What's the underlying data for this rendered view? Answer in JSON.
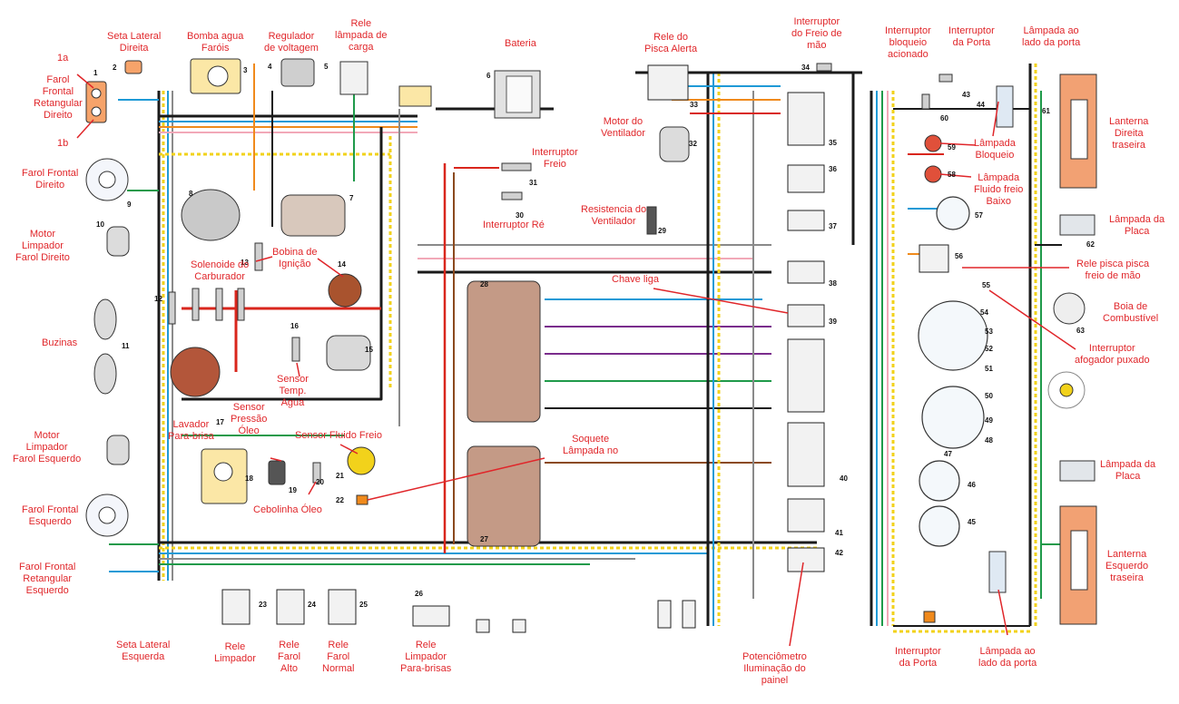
{
  "labels": {
    "seta_lateral_direita": [
      "Seta Lateral",
      "Direita"
    ],
    "bomba_agua": [
      "Bomba agua",
      "Faróis"
    ],
    "regulador": [
      "Regulador",
      "de voltagem"
    ],
    "rele_carga": [
      "Rele",
      "lâmpada de",
      "carga"
    ],
    "bateria": [
      "Bateria"
    ],
    "rele_pisca_alerta": [
      "Rele do",
      "Pisca Alerta"
    ],
    "interruptor_freio_mao": [
      "Interruptor",
      "do Freio de",
      "mão"
    ],
    "interruptor_bloqueio": [
      "Interruptor",
      "bloqueio",
      "acionado"
    ],
    "interruptor_porta_top": [
      "Interruptor",
      "da Porta"
    ],
    "lampada_lado_porta_top": [
      "Lâmpada ao",
      "lado da porta"
    ],
    "label_1a": [
      "1a"
    ],
    "label_1b": [
      "1b"
    ],
    "farol_retangular_direito": [
      "Farol",
      "Frontal",
      "Retangular",
      "Direito"
    ],
    "farol_frontal_direito": [
      "Farol Frontal",
      "Direito"
    ],
    "motor_limpador_direito": [
      "Motor",
      "Limpador",
      "Farol Direito"
    ],
    "motor_ventilador": [
      "Motor do",
      "Ventilador"
    ],
    "interruptor_freio": [
      "Interruptor",
      "Freio"
    ],
    "interruptor_re": [
      "Interruptor  Ré"
    ],
    "resistencia_ventilador": [
      "Resistencia do",
      "Ventilador"
    ],
    "lampada_bloqueio": [
      "Lâmpada",
      "Bloqueio"
    ],
    "lampada_fluido_freio": [
      "Lâmpada",
      "Fluido freio",
      "Baixo"
    ],
    "lanterna_direita": [
      "Lanterna",
      "Direita",
      "traseira"
    ],
    "lampada_placa_top": [
      "Lâmpada da",
      "Placa"
    ],
    "solenoide": [
      "Solenoide do",
      "Carburador"
    ],
    "bobina": [
      "Bobina de",
      "Ignição"
    ],
    "chave_liga": [
      "Chave liga"
    ],
    "rele_pisca_freio": [
      "Rele pisca pisca",
      "freio de mão"
    ],
    "boia": [
      "Boia de",
      "Combustível"
    ],
    "buzinas": [
      "Buzinas"
    ],
    "interruptor_afogador": [
      "Interruptor",
      "afogador puxado"
    ],
    "sensor_temp": [
      "Sensor",
      "Temp.",
      "Agua"
    ],
    "sensor_pressao": [
      "Sensor",
      "Pressão",
      "Óleo"
    ],
    "lavador": [
      "Lavador",
      "Para-brisa"
    ],
    "sensor_fluido": [
      "Sensor Fluido  Freio"
    ],
    "soquete": [
      "Soquete",
      "Lâmpada no"
    ],
    "motor_limpador_esquerdo": [
      "Motor",
      "Limpador",
      "Farol Esquerdo"
    ],
    "cebolinha": [
      "Cebolinha Óleo"
    ],
    "farol_frontal_esquerdo": [
      "Farol Frontal",
      "Esquerdo"
    ],
    "lampada_placa_bottom": [
      "Lâmpada da",
      "Placa"
    ],
    "farol_retangular_esquerdo": [
      "Farol Frontal",
      "Retangular",
      "Esquerdo"
    ],
    "lanterna_esquerda": [
      "Lanterna",
      "Esquerdo",
      "traseira"
    ],
    "seta_lateral_esquerda": [
      "Seta Lateral",
      "Esquerda"
    ],
    "rele_limpador": [
      "Rele",
      "Limpador"
    ],
    "rele_farol_alto": [
      "Rele",
      "Farol",
      "Alto"
    ],
    "rele_farol_normal": [
      "Rele",
      "Farol",
      "Normal"
    ],
    "rele_limpador_parabrisas": [
      "Rele",
      "Limpador",
      "Para-brisas"
    ],
    "potenciometro": [
      "Potenciômetro",
      "Iluminação do",
      "painel"
    ],
    "interruptor_porta_bottom": [
      "Interruptor",
      "da Porta"
    ],
    "lampada_lado_porta_bottom": [
      "Lâmpada ao",
      "lado da porta"
    ]
  },
  "component_numbers": [
    "1",
    "2",
    "3",
    "4",
    "5",
    "6",
    "7",
    "8",
    "9",
    "10",
    "11",
    "12",
    "13",
    "14",
    "15",
    "16",
    "17",
    "18",
    "19",
    "20",
    "21",
    "22",
    "23",
    "24",
    "25",
    "26",
    "27",
    "28",
    "29",
    "30",
    "31",
    "32",
    "33",
    "34",
    "35",
    "36",
    "37",
    "38",
    "39",
    "40",
    "41",
    "42",
    "43",
    "44",
    "45",
    "46",
    "47",
    "48",
    "49",
    "50",
    "51",
    "52",
    "53",
    "54",
    "55",
    "56",
    "57",
    "58",
    "59",
    "60",
    "61",
    "62",
    "63"
  ],
  "wire_colors": {
    "red": "#d9261c",
    "blue": "#1f9ad6",
    "black": "#1a1a1a",
    "yellow": "#f2d21b",
    "orange": "#f08a1c",
    "green": "#1f9a4a",
    "brown": "#8b4a1e",
    "purple": "#7a2c8c",
    "pink": "#f2a8b8",
    "grey": "#8a8a8a",
    "white": "#ffffff",
    "callout": "#e0262a"
  }
}
